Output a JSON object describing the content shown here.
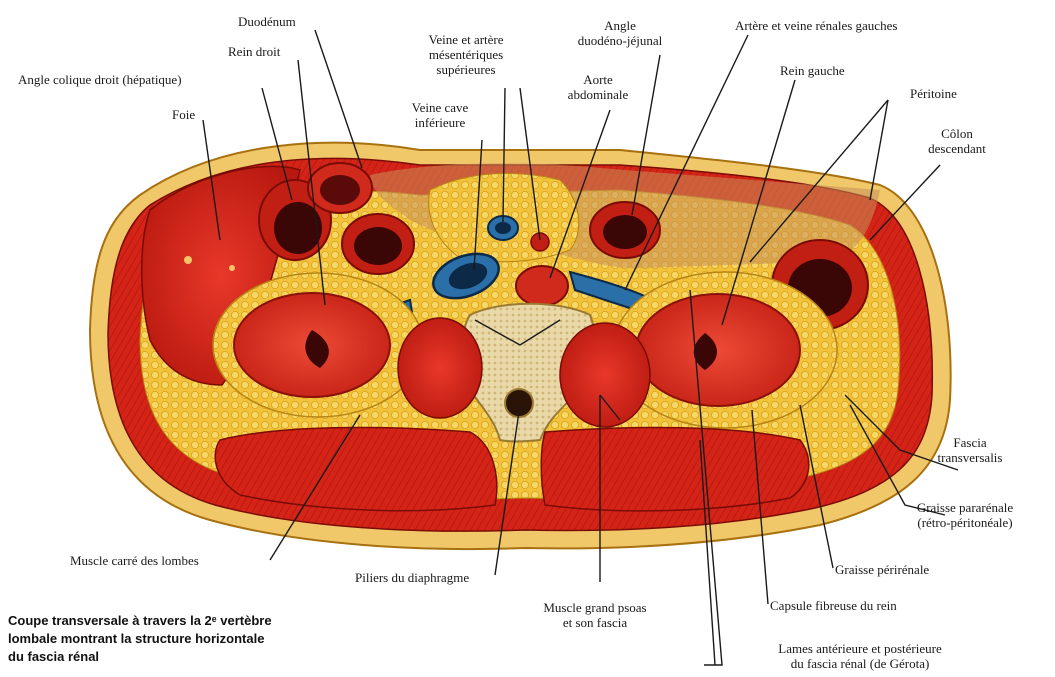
{
  "labels": {
    "duodenum": "Duodénum",
    "rein_droit": "Rein droit",
    "angle_colique_droit": "Angle colique droit (hépatique)",
    "foie": "Foie",
    "veine_artere_mes": [
      "Veine et artère",
      "mésentériques",
      "supérieures"
    ],
    "veine_cave": [
      "Veine cave",
      "inférieure"
    ],
    "angle_duodeno": [
      "Angle",
      "duodéno-jéjunal"
    ],
    "aorte": [
      "Aorte",
      "abdominale"
    ],
    "artere_veine_renales": "Artère et veine rénales gauches",
    "rein_gauche": "Rein gauche",
    "peritoine": "Péritoine",
    "colon_descendant": [
      "Côlon",
      "descendant"
    ],
    "fascia_transversalis": [
      "Fascia",
      "transversalis"
    ],
    "graisse_pararenale": [
      "Graisse pararénale",
      "(rétro-péritonéale)"
    ],
    "graisse_perirenale": "Graisse périrénale",
    "capsule_fibreuse": "Capsule fibreuse du rein",
    "lames": [
      "Lames antérieure et postérieure",
      "du fascia rénal (de Gérota)"
    ],
    "muscle_grand_psoas": [
      "Muscle grand psoas",
      "et son fascia"
    ],
    "piliers": "Piliers du diaphragme",
    "muscle_carre": "Muscle carré des lombes"
  },
  "caption": [
    "Coupe transversale à travers la 2ᵉ vertèbre",
    "lombale montrant la structure horizontale",
    "du fascia rénal"
  ],
  "colors": {
    "muscle": "#d8241a",
    "muscle_dark": "#a8140e",
    "fat": "#f2c23a",
    "fat_light": "#f7dc6a",
    "skin": "#f0c86a",
    "vessel_blue": "#2a6fa8",
    "vessel_dark": "#0c2a48",
    "bone": "#e9d7a6",
    "lumen": "#3a0606",
    "leader": "#1a1a1a"
  }
}
